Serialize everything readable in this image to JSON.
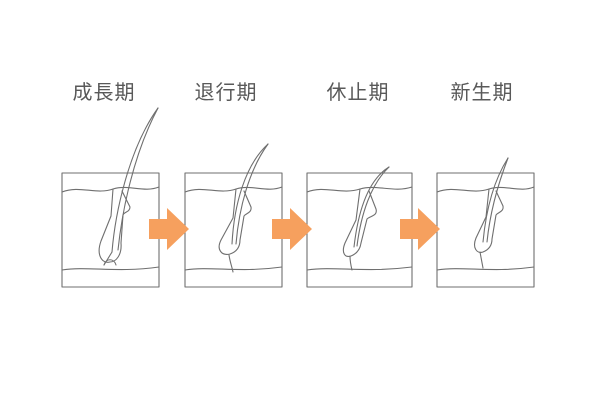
{
  "stages": [
    {
      "label": "成長期"
    },
    {
      "label": "退行期"
    },
    {
      "label": "休止期"
    },
    {
      "label": "新生期"
    }
  ],
  "colors": {
    "line": "#6f6f6f",
    "arrow": "#f6a05e",
    "text": "#595959",
    "background": "#ffffff"
  },
  "icons": [
    "hair-follicle-icon",
    "arrow-right-icon"
  ]
}
